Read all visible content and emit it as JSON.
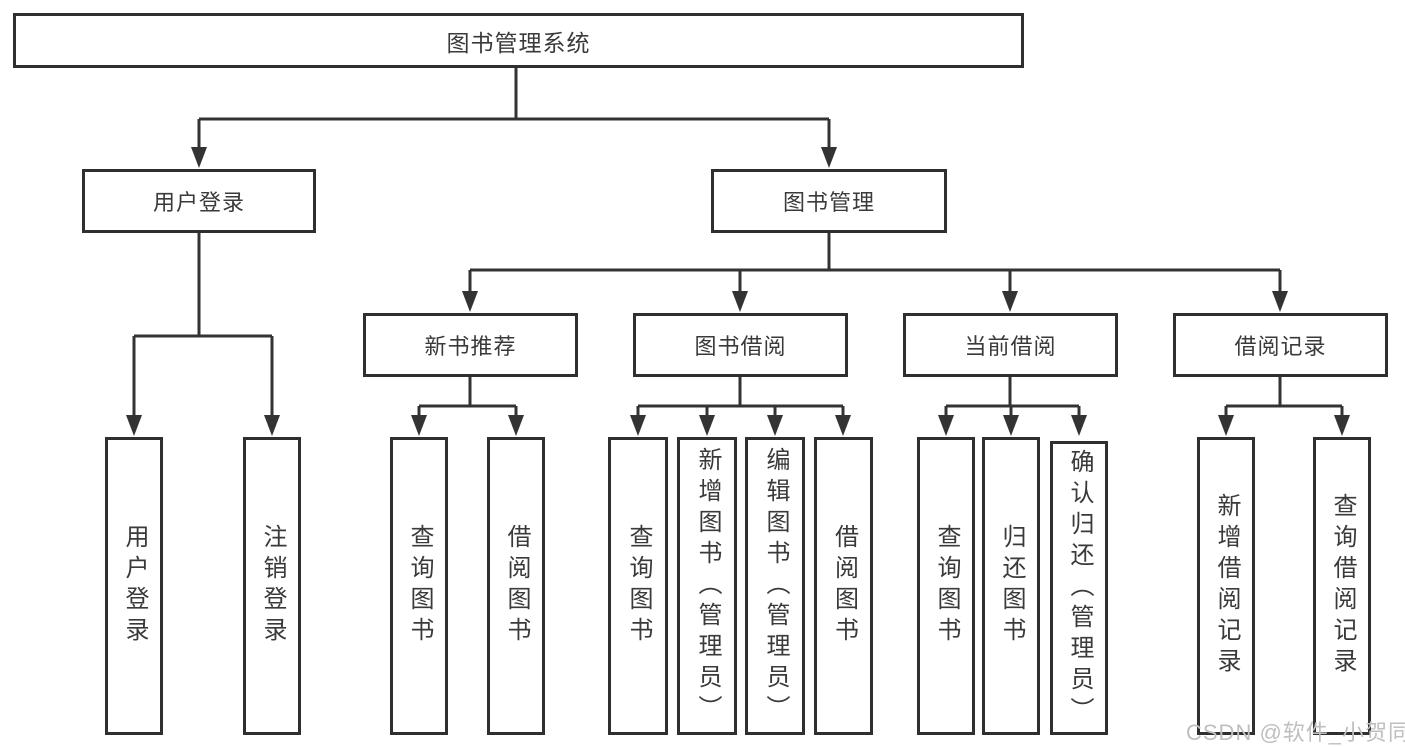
{
  "colors": {
    "line": "#333333",
    "box_border": "#2f2f2f",
    "box_text": "#3a3a3a",
    "background": "#ffffff",
    "watermark": "#bfbfbf"
  },
  "watermark": {
    "text": "CSDN @软件_小贺同学"
  },
  "diagram": {
    "type": "tree",
    "root": {
      "label": "图书管理系统"
    },
    "level2": [
      {
        "label": "用户登录",
        "children": [
          {
            "label": "用户登录"
          },
          {
            "label": "注销登录"
          }
        ]
      },
      {
        "label": "图书管理",
        "children": [
          {
            "label": "新书推荐",
            "children": [
              {
                "label": "查询图书"
              },
              {
                "label": "借阅图书"
              }
            ]
          },
          {
            "label": "图书借阅",
            "children": [
              {
                "label": "查询图书"
              },
              {
                "label": "新增图书（管理员）"
              },
              {
                "label": "编辑图书（管理员）"
              },
              {
                "label": "借阅图书"
              }
            ]
          },
          {
            "label": "当前借阅",
            "children": [
              {
                "label": "查询图书"
              },
              {
                "label": "归还图书"
              },
              {
                "label": "确认归还（管理员）"
              }
            ]
          },
          {
            "label": "借阅记录",
            "children": [
              {
                "label": "新增借阅记录"
              },
              {
                "label": "查询借阅记录"
              }
            ]
          }
        ]
      }
    ]
  }
}
